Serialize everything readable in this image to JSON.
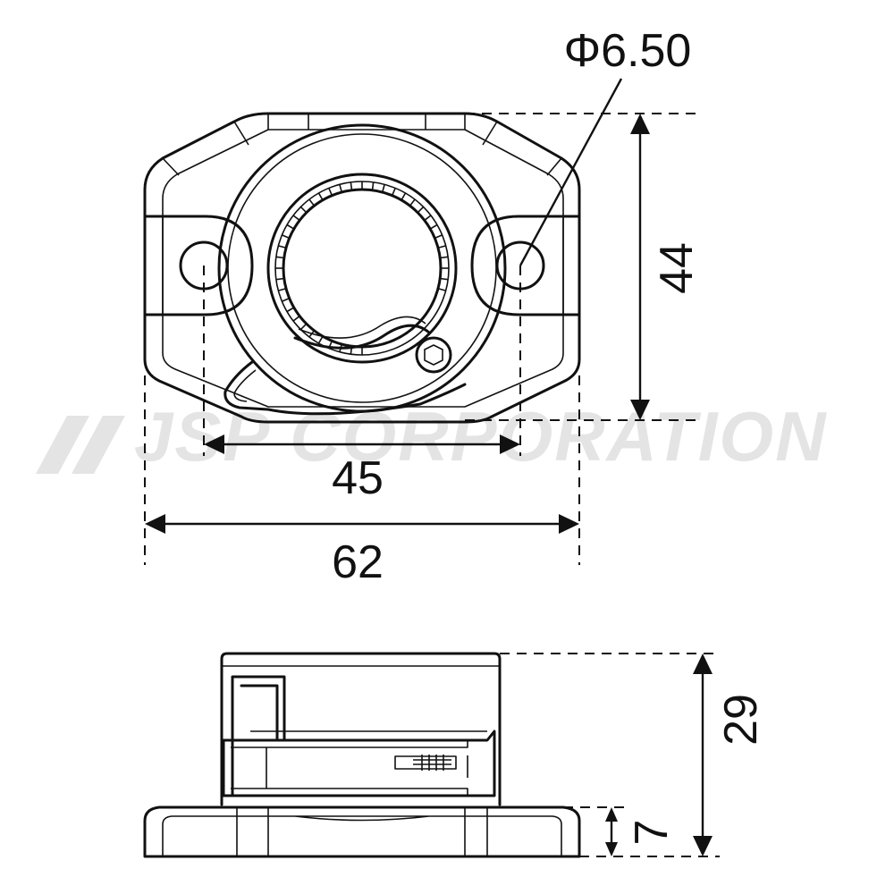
{
  "watermark": "JSP CORPORATION",
  "dimensions": {
    "hole_diameter": "Φ6.50",
    "height_top_view": "44",
    "hole_spacing": "45",
    "overall_width": "62",
    "overall_height_side": "29",
    "base_thickness": "7"
  },
  "colors": {
    "line": "#111111",
    "background": "#ffffff",
    "watermark": "#e4e4e4"
  }
}
